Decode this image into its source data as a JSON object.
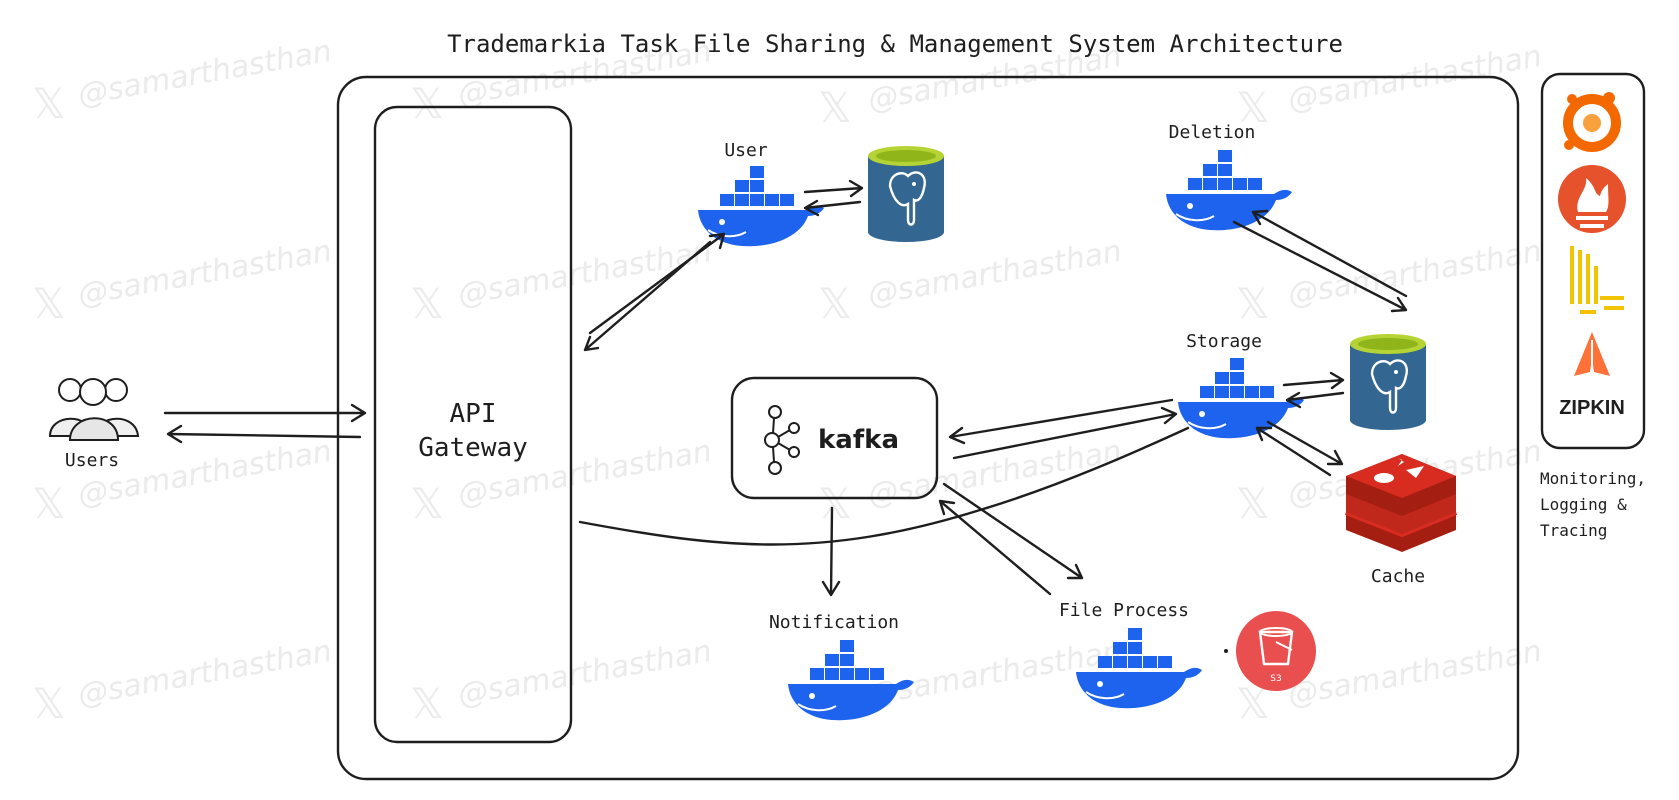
{
  "title": "Trademarkia Task File Sharing & Management System Architecture",
  "watermark": "@samarthasthan",
  "actors": {
    "users_label": "Users"
  },
  "gateway": {
    "line1": "API",
    "line2": "Gateway"
  },
  "services": {
    "user": "User",
    "deletion": "Deletion",
    "storage": "Storage",
    "notification": "Notification",
    "file_process": "File Process"
  },
  "kafka": {
    "label": "kafka"
  },
  "cache": {
    "label": "Cache"
  },
  "s3": {
    "label": "S3"
  },
  "observability": {
    "zipkin_label": "ZIPKIN",
    "caption_line1": "Monitoring,",
    "caption_line2": "Logging &",
    "caption_line3": "Tracing"
  },
  "colors": {
    "docker_blue": "#1d63ed",
    "postgres_blue": "#336791",
    "postgres_top": "#b5d334",
    "grafana_orange": "#f46800",
    "prometheus_orange": "#e6522c",
    "loki_yellow": "#f2c300",
    "zipkin_orange": "#fe7139",
    "redis_red": "#d82c20",
    "s3_red": "#ea4f4f"
  }
}
